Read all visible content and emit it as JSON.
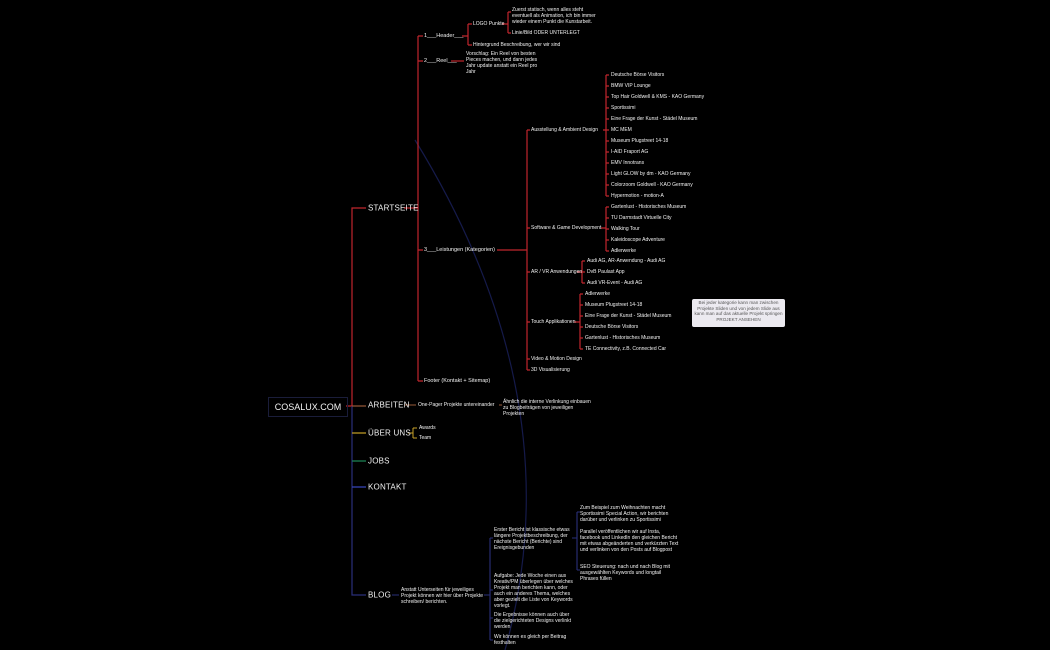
{
  "root": "COSALUX.COM",
  "colors": {
    "background": "#000000",
    "startseite": "#c0262d",
    "arbeiten": "#9a5b3a",
    "ueber_uns": "#c9a227",
    "jobs": "#1f8a5a",
    "kontakt": "#3a48c0",
    "blog": "#2a2f7a"
  },
  "topics": {
    "startseite": "STARTSEITE",
    "arbeiten": "ARBEITEN",
    "ueber_uns": "ÜBER UNS",
    "jobs": "JOBS",
    "kontakt": "KONTAKT",
    "blog": "BLOG"
  },
  "startseite": {
    "header": "1___Header___",
    "logo_punkte": "LOGO Punkte",
    "logo_note1": "Zuerst statisch, wenn alles steht eventuell als Animation, ich bin immer wieder einem Punkt die Kunstarbeit.",
    "logo_note2": "Linie/Bild ODER UNTERLEGT",
    "hintergrund": "Hintergrund Beschreibung, wer wir sind",
    "reel": "2___Reel___",
    "reel_note": "Vorschlag: Ein Reel von besten Pieces machen, und dann jedes Jahr update anstatt ein Reel pro Jahr",
    "leistungen": "3___Leistungen (Kategorien)",
    "footer": "Footer (Kontakt + Sitemap)",
    "kategorien": [
      {
        "label": "Ausstellung & Ambient Design",
        "items": [
          "Deutsche Börse Visitors",
          "BMW VIP Lounge",
          "Top Hair Goldwell & KMS - KAO Germany",
          "Sportissimi",
          "Eine Frage der Kunst - Städel Museum",
          "MC MEM",
          "Museum Plugstreet 14-18",
          "I-AID Fraport AG",
          "EMV Innotrans",
          "Light GLOW by dm - KAO Germany",
          "Colorzoom Goldwell - KAO Germany",
          "Hypermotion - motion-A"
        ]
      },
      {
        "label": "Software & Game Development",
        "items": [
          "Gartenlust - Historisches Museum",
          "TU Darmstadt Virtuelle City",
          "Walking Tour",
          "Kaleidoscope Adventure",
          "Adlerwerke"
        ]
      },
      {
        "label": "AR / VR Anwendungen",
        "items": [
          "Audi AG, AR-Anwendung - Audi AG",
          "DvB Paulast App",
          "Audi VR-Event - Audi AG"
        ]
      },
      {
        "label": "Touch Applikationen",
        "items": [
          "Adlerwerke",
          "Museum Plugstreet 14-18",
          "Eine Frage der Kunst - Städel Museum",
          "Deutsche Börse Visitors",
          "Gartenlust - Historisches Museum",
          "TE Connectivity, z.B. Connected Car"
        ]
      },
      {
        "label": "Video & Motion Design",
        "items": []
      },
      {
        "label": "3D Visualisierung",
        "items": []
      }
    ],
    "note": "Bei jeder kategorie kann man zwischen Projekte Sliden und von jedem Slide aus kann man auf das aktuelle Projekt springen PROJEKT ANSEHEN"
  },
  "arbeiten": {
    "child": "One-Pager Projekte untereinander",
    "note": "Ähnlich die interne Verlinkung einbauen zu Blogbeiträgen von jeweiligen Projekten"
  },
  "ueber_uns": {
    "items": [
      "Awards",
      "Team"
    ]
  },
  "blog": {
    "child": "Anstatt Unterseiten für jeweiliges Projekt können wir hier über Projekte schreiben/ berichten.",
    "items": [
      "Erster Bericht ist klassische etwas längere Projektbeschreibung, der nächste Bericht (Berichte) sind Ereignisgebunden",
      "Aufgabe: Jede Woche einen aus Kreativ/PM überlegen über welches Projekt man berichten kann, oder auch ein anderes Thema, welches aber gezielt die Liste von Keywords vorlegt.",
      "Die Ergebnisse können auch über die zielgerichteten Designs verlinkt werden",
      "Wir können es gleich per Beitrag festhalten"
    ],
    "erster_bericht_items": [
      "Zum Beispiel zum Weihnachten macht Sportissimi Special Action, wir berichten darüber und verlinken zu Sportissimi",
      "Parallel veröffentlichen wir auf Insta, facebook und LinkedIn den gleichen Bericht mit etwas abgeänderten und verkürzten Text und verlinken von den Posts auf Blogpost",
      "SEO Steuerung: nach und nach Blog mit ausgewählten Keywords und longtail Phrases füllen"
    ]
  }
}
